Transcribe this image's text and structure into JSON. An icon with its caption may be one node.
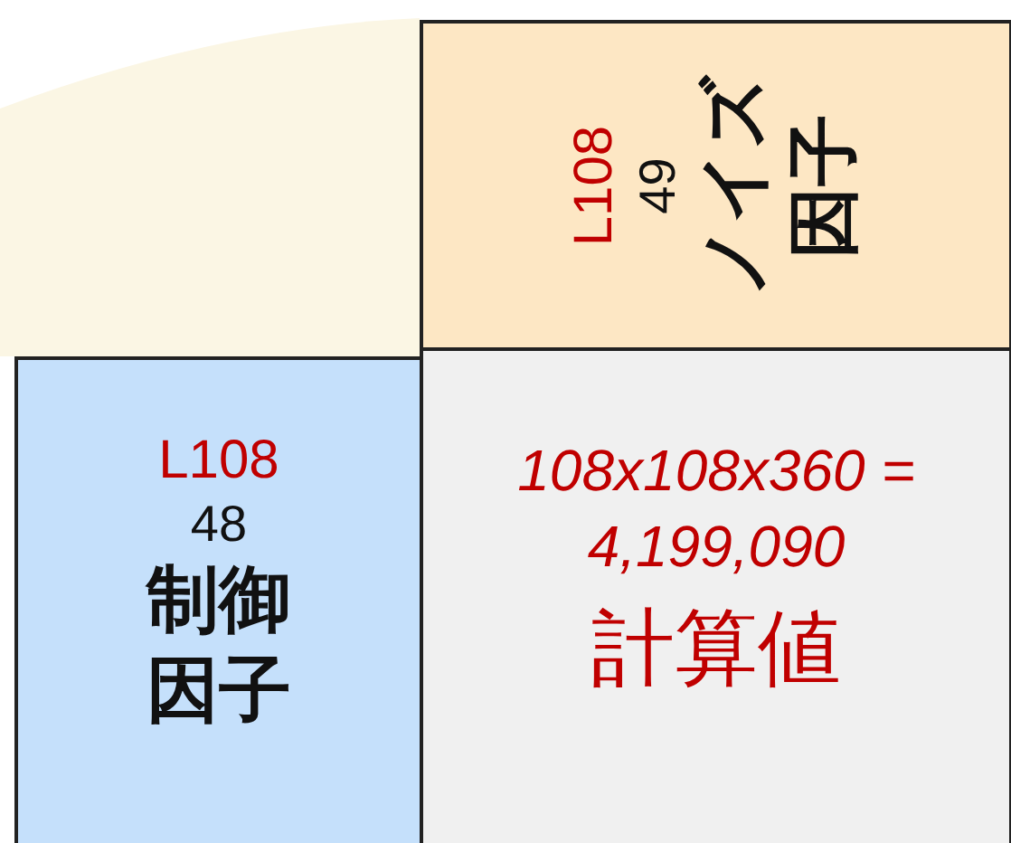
{
  "diagram": {
    "nodes": [
      {
        "text": [
          "L108",
          "48",
          "制御因子"
        ]
      },
      {
        "text": [
          "L108",
          "49",
          "ノイズ因子"
        ]
      },
      {
        "text": [
          "108x108x360 = 4,199,090",
          "計算値"
        ]
      }
    ]
  }
}
